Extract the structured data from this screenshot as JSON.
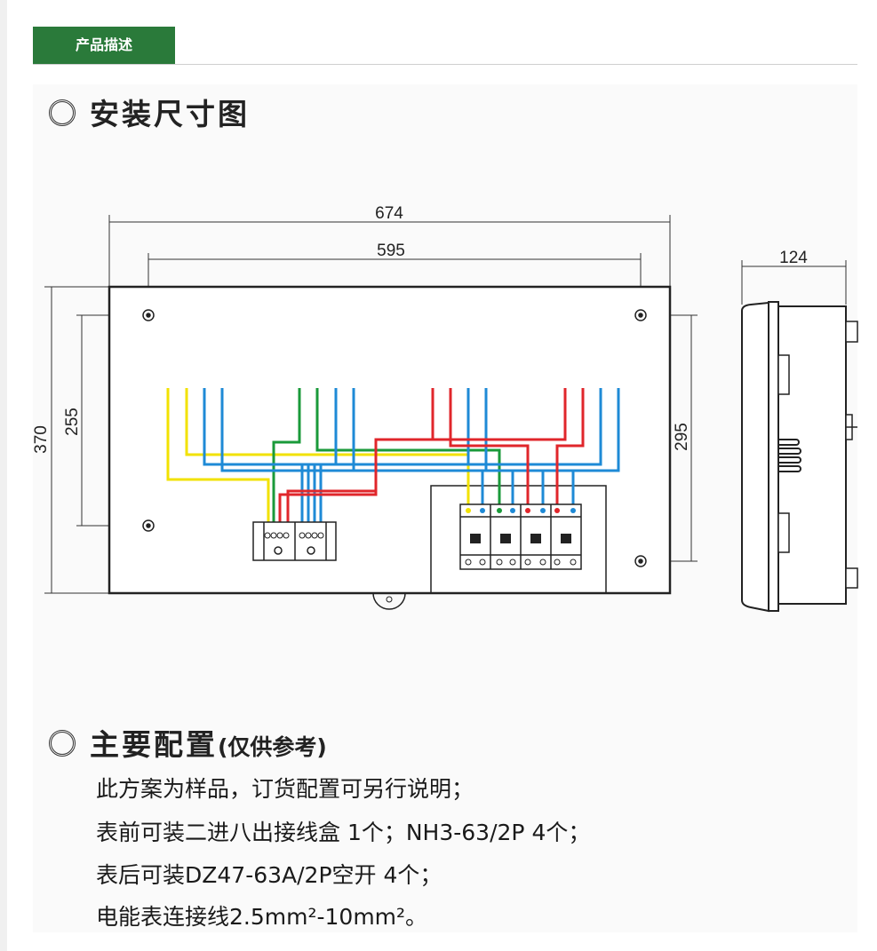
{
  "tab": {
    "label": "产品描述"
  },
  "section1": {
    "title": "安装尺寸图"
  },
  "dimensions": {
    "width_outer": "674",
    "width_holes": "595",
    "height_outer": "370",
    "height_holes_left": "255",
    "height_holes_right": "295",
    "depth": "124"
  },
  "section2": {
    "title": "主要配置",
    "note": "(仅供参考)"
  },
  "config_lines": [
    "此方案为样品，订货配置可另行说明；",
    "表前可装二进八出接线盒 1个；NH3-63/2P 4个；",
    "表后可装DZ47-63A/2P空开 4个；",
    "电能表连接线2.5mm²-10mm²。"
  ],
  "colors": {
    "brand": "#2a7a3a",
    "wire_yellow": "#f2e200",
    "wire_green": "#1a9a3a",
    "wire_blue": "#1e8ad6",
    "wire_red": "#e0262b"
  }
}
